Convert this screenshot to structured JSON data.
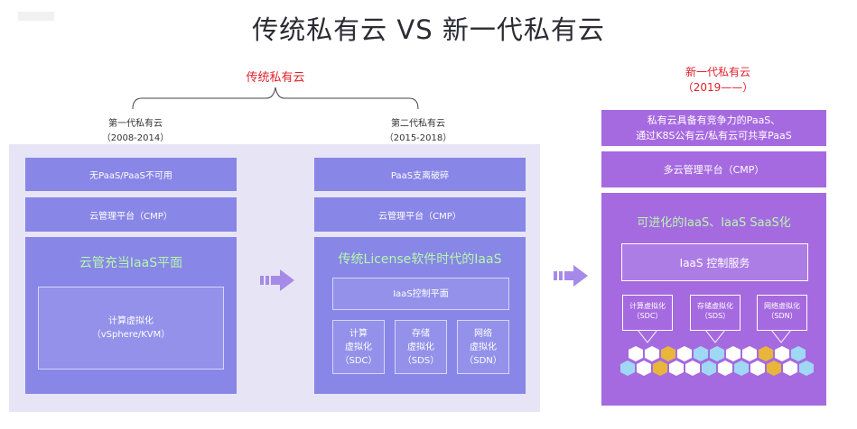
{
  "title": "传统私有云 VS 新一代私有云",
  "traditional": {
    "label": "传统私有云",
    "gen1": {
      "name": "第一代私有云",
      "years": "（2008-2014）",
      "box1": "无PaaS/PaaS不可用",
      "box2": "云管理平台（CMP）",
      "main_title": "云管充当IaaS平面",
      "inner_line1": "计算虚拟化",
      "inner_line2": "（vSphere/KVM）"
    },
    "gen2": {
      "name": "第二代私有云",
      "years": "（2015-2018）",
      "box1": "PaaS支离破碎",
      "box2": "云管理平台（CMP）",
      "main_title": "传统License软件时代的IaaS",
      "control": "IaaS控制平面",
      "cells": [
        {
          "l1": "计算",
          "l2": "虚拟化",
          "l3": "（SDC）"
        },
        {
          "l1": "存储",
          "l2": "虚拟化",
          "l3": "（SDS）"
        },
        {
          "l1": "网络",
          "l2": "虚拟化",
          "l3": "（SDN）"
        }
      ]
    }
  },
  "new_gen": {
    "label": "新一代私有云",
    "years": "（2019——）",
    "box1_line1": "私有云具备有竞争力的PaaS、",
    "box1_line2": "通过K8S公有云/私有云可共享PaaS",
    "box2": "多云管理平台（CMP）",
    "main_title": "可进化的IaaS、IaaS SaaS化",
    "control": "IaaS 控制服务",
    "callouts": [
      {
        "l1": "计算虚拟化",
        "l2": "（SDC）"
      },
      {
        "l1": "存储虚拟化",
        "l2": "（SDS）"
      },
      {
        "l1": "网络虚拟化",
        "l2": "（SDN）"
      }
    ]
  },
  "colors": {
    "box": "#8886e6",
    "new_box": "#a66ae0",
    "highlight_text": "#b6f7ad",
    "label_red": "#e0202a",
    "arrow": "#a58ae8",
    "hex_white": "#ffffff",
    "hex_blue": "#9fd8f5",
    "hex_gold": "#e8b63a"
  }
}
